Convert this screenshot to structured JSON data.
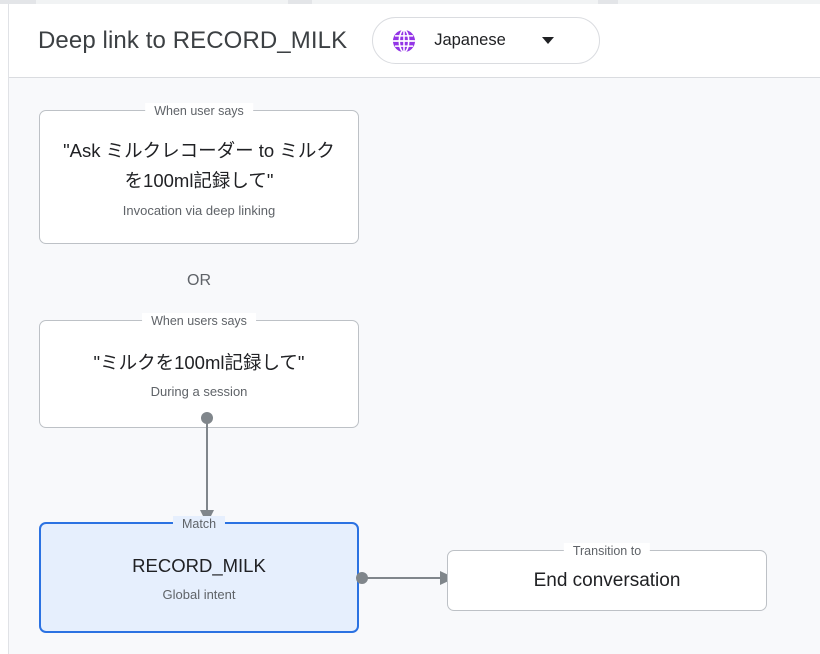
{
  "header": {
    "title": "Deep link to RECORD_MILK",
    "language_selector": {
      "icon": "globe-icon",
      "value": "Japanese",
      "chevron": "chevron-down-icon"
    }
  },
  "canvas": {
    "or_label": "OR",
    "nodes": [
      {
        "id": "deeplink",
        "legend": "When user says",
        "title": "\"Ask ミルクレコーダー to ミルクを100ml記録して\"",
        "subtitle": "Invocation via deep linking",
        "selected": false
      },
      {
        "id": "session",
        "legend": "When users says",
        "title": "\"ミルクを100ml記録して\"",
        "subtitle": "During a session",
        "selected": false
      },
      {
        "id": "match",
        "legend": "Match",
        "title": "RECORD_MILK",
        "subtitle": "Global intent",
        "selected": true
      },
      {
        "id": "transition",
        "legend": "Transition to",
        "title": "End conversation",
        "subtitle": "",
        "selected": false
      }
    ]
  },
  "colors": {
    "canvas_background": "#f8f9fb",
    "panel_background": "#ffffff",
    "node_border": "#bdc1c6",
    "selected_node_border": "#2b72e2",
    "selected_node_fill": "#e6effd",
    "connector": "#80868b",
    "title_text": "#3c4043",
    "subtitle_text": "#5f6368",
    "globe_accent": "#9334e6"
  }
}
